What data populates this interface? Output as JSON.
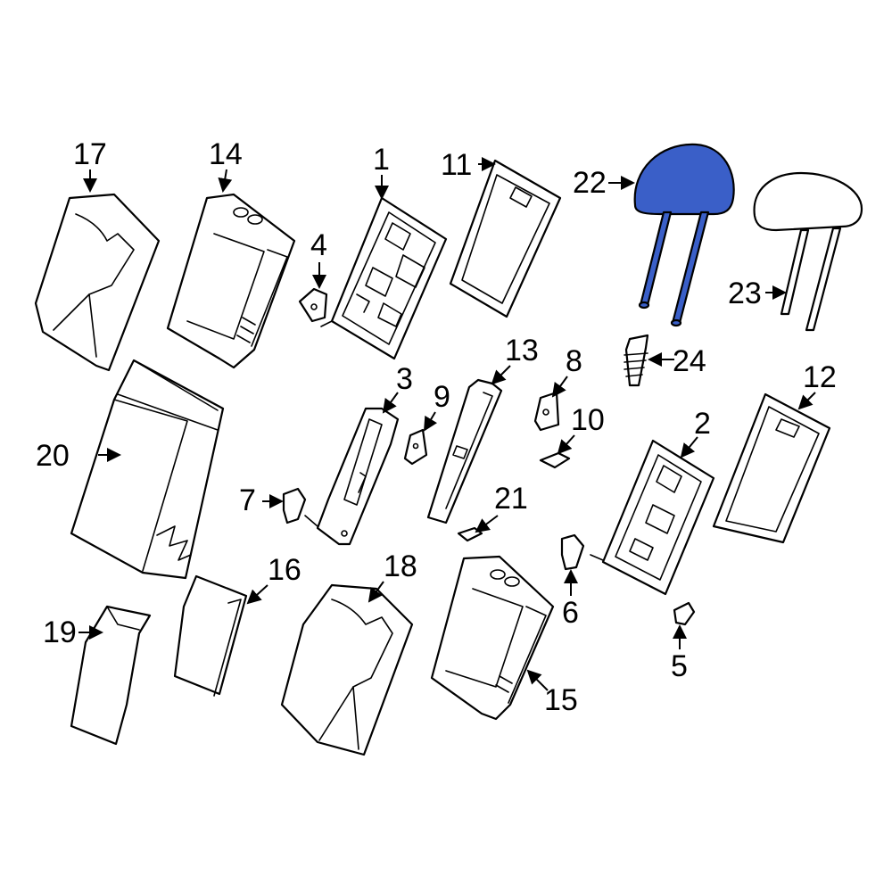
{
  "highlight_color": "#3a5fc8",
  "callouts": {
    "c1": "1",
    "c2": "2",
    "c3": "3",
    "c4": "4",
    "c5": "5",
    "c6": "6",
    "c7": "7",
    "c8": "8",
    "c9": "9",
    "c10": "10",
    "c11": "11",
    "c12": "12",
    "c13": "13",
    "c14": "14",
    "c15": "15",
    "c16": "16",
    "c17": "17",
    "c18": "18",
    "c19": "19",
    "c20": "20",
    "c21": "21",
    "c22": "22",
    "c23": "23",
    "c24": "24"
  }
}
